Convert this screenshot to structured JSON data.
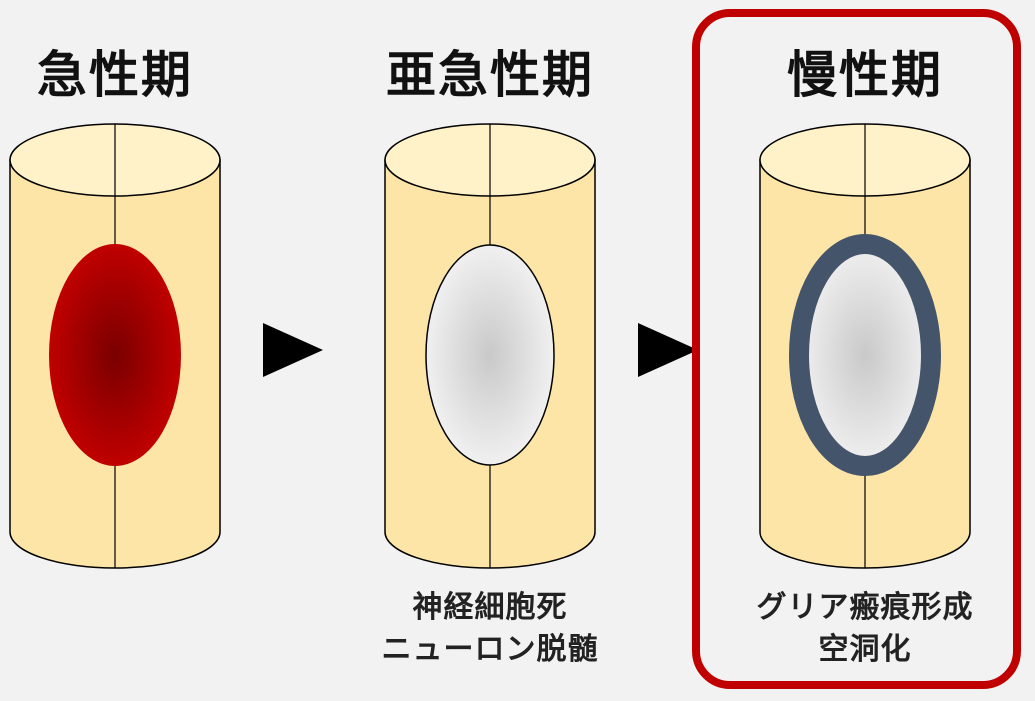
{
  "stages": [
    {
      "title": "急性期",
      "caption_lines": []
    },
    {
      "title": "亜急性期",
      "caption_lines": [
        "神経細胞死",
        "ニューロン脱髄"
      ]
    },
    {
      "title": "慢性期",
      "caption_lines": [
        "グリア瘢痕形成",
        "空洞化"
      ]
    }
  ],
  "colors": {
    "cylinder_fill": "#fce5a6",
    "cylinder_top": "#fff2c8",
    "acute_lesion": "#c00000",
    "subacute_lesion": "#d8d8d8",
    "chronic_ring": "#44546a",
    "highlight": "#c00000",
    "arrow": "#000000"
  }
}
